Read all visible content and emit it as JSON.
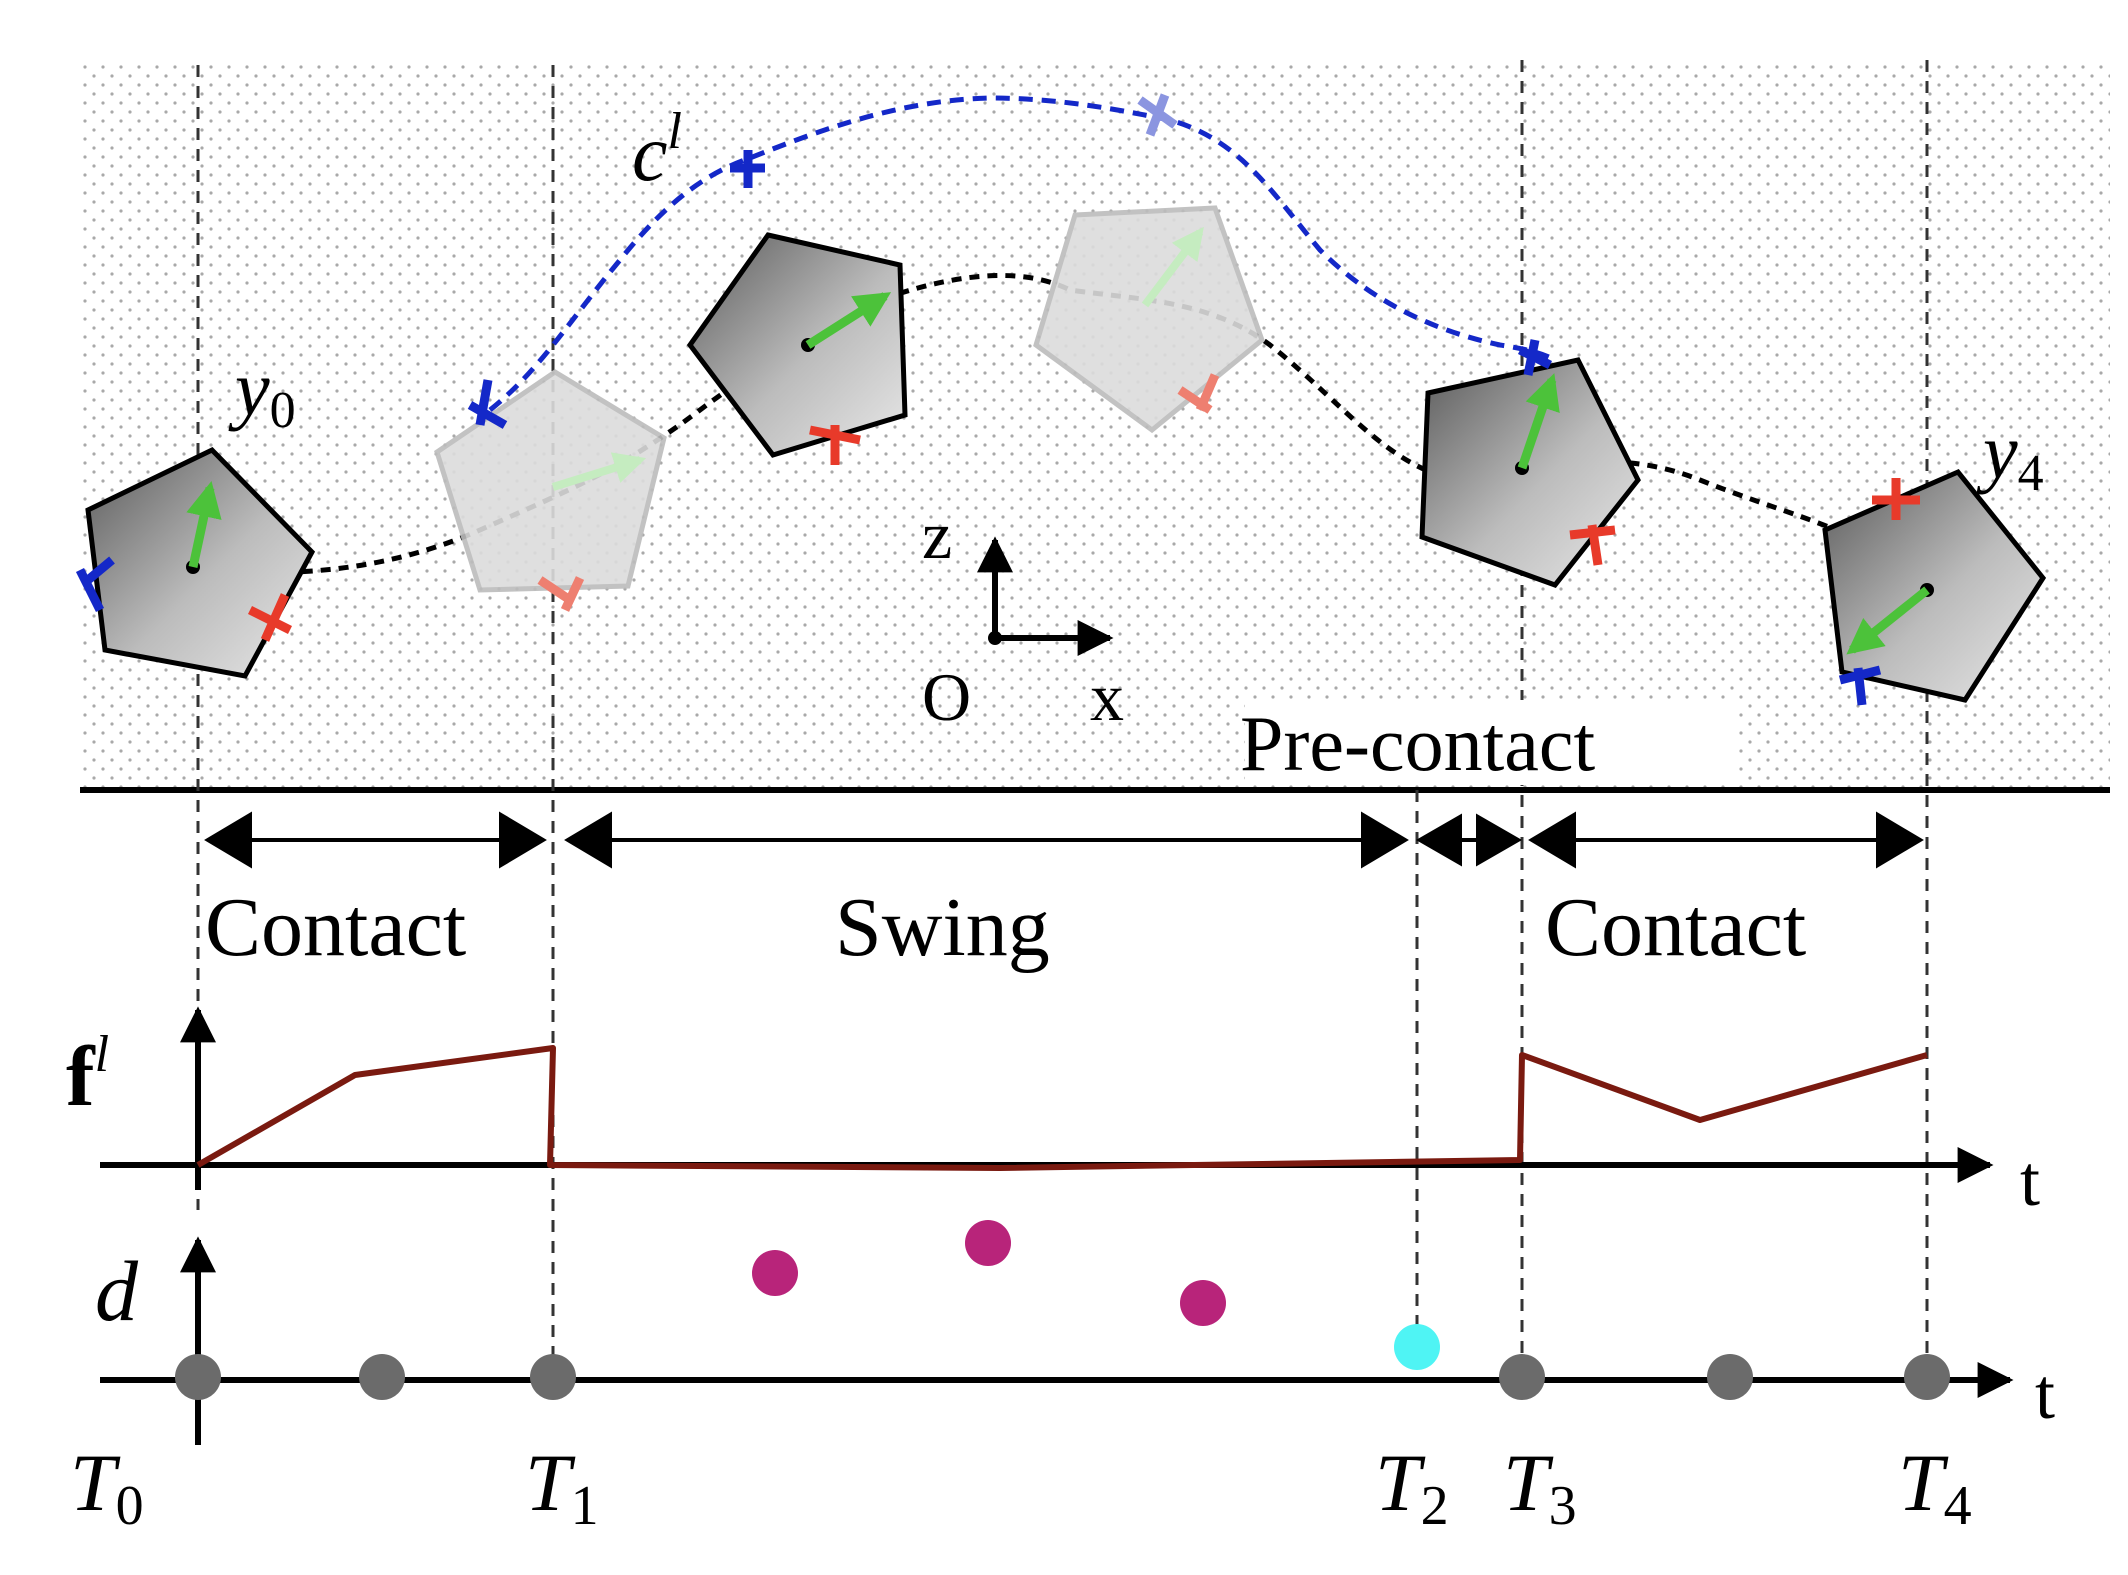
{
  "labels": {
    "y0": "y",
    "y0_sub": "0",
    "y4": "y",
    "y4_sub": "4",
    "cl": "c",
    "cl_sup": "l",
    "axis_z": "z",
    "axis_x": "x",
    "origin": "O",
    "pre_contact": "Pre-contact",
    "contact_left": "Contact",
    "swing": "Swing",
    "contact_right": "Contact",
    "force": "f",
    "force_sup": "l",
    "d": "d",
    "t_force": "t",
    "t_d": "t",
    "T0": "T",
    "T0_sub": "0",
    "T1": "T",
    "T1_sub": "1",
    "T2": "T",
    "T2_sub": "2",
    "T3": "T",
    "T3_sub": "3",
    "T4": "T",
    "T4_sub": "4"
  },
  "colors": {
    "force_line": "#7a1a10",
    "body_trajectory": "#000000",
    "contact_trajectory": "#1428c8",
    "velocity_arrow": "#4cc23a",
    "foot_red": "#e83a2a",
    "foot_blue": "#1428c8",
    "swing_dot": "#b8247a",
    "precontact_dot": "#4ff4f4",
    "contact_dot": "#6b6b6b"
  }
}
